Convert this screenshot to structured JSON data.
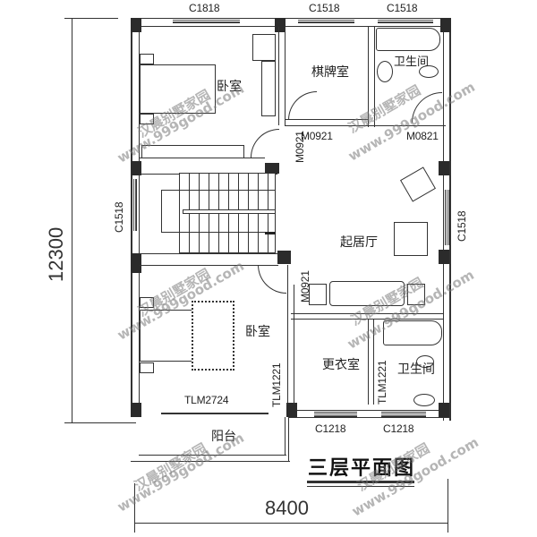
{
  "drawing": {
    "title": "三层平面图",
    "dimensions": {
      "height_mm": "12300",
      "width_mm": "8400"
    },
    "watermark": {
      "brand": "汉晨别墅家园",
      "url": "www.999good.com"
    }
  },
  "rooms": {
    "bedroom_north": "卧室",
    "chess_room": "棋牌室",
    "bathroom_north": "卫生间",
    "living_room": "起居厅",
    "bedroom_south": "卧室",
    "dressing_room": "更衣室",
    "bathroom_south": "卫生间",
    "balcony": "阳台"
  },
  "windows": {
    "top_left": "C1818",
    "top_middle": "C1518",
    "top_right": "C1518",
    "left_stair": "C1518",
    "right_living": "C1518",
    "bottom_middle": "C1218",
    "bottom_right": "C1218"
  },
  "doors": {
    "chess_room": "M0921",
    "bedroom_north": "M0921",
    "bathroom_north": "M0821",
    "bedroom_south": "M0921",
    "balcony_sliding": "TLM2724",
    "bedroom_sliding": "TLM1221",
    "bathroom_sliding": "TLM1221"
  }
}
